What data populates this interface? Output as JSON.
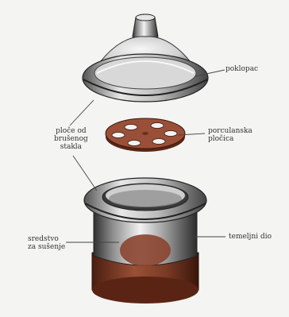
{
  "labels": {
    "poklopac": "poklopac",
    "ploce_line1": "ploče od",
    "ploce_line2": "brušenog",
    "ploce_line3": "stakla",
    "plocica_line1": "porculanska",
    "plocica_line2": "pločica",
    "temeljni": "temeljni dio",
    "sredstvo_line1": "sredstvo",
    "sredstvo_line2": "za sušenje"
  },
  "colors": {
    "background": "#f4f4f2",
    "glass_dark": "#3a3a3a",
    "glass_mid": "#9a9a9a",
    "glass_light": "#e2e2e2",
    "porcelain": "#8a4a35",
    "desiccant": "#7a3a25"
  }
}
